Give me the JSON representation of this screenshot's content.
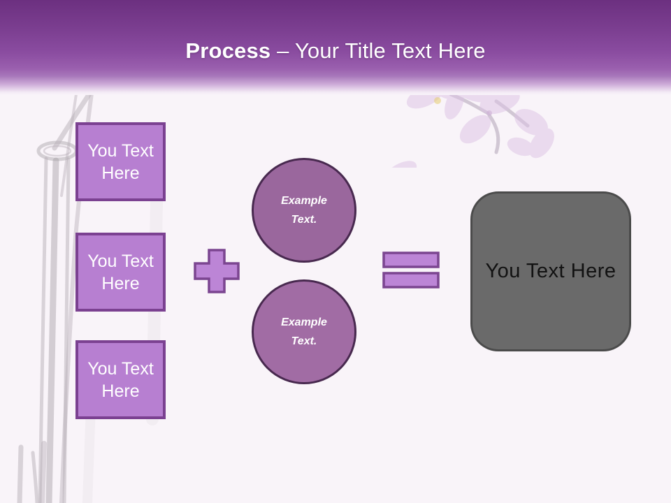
{
  "title": {
    "bold": "Process",
    "rest": " – Your Title Text Here"
  },
  "process_boxes": [
    {
      "label": "You Text Here"
    },
    {
      "label": "You Text Here"
    },
    {
      "label": "You Text Here"
    }
  ],
  "example_circles": [
    {
      "label": "Example Text."
    },
    {
      "label": "Example Text."
    }
  ],
  "result_box": {
    "label": "You Text Here"
  },
  "icons": {
    "plus": "plus-icon",
    "equals": "equals-icon"
  },
  "colors": {
    "bg": "#f9f4f9",
    "header_top": "#6c3080",
    "header_mid": "#9a5fae",
    "title_color": "#ffffff",
    "box_fill": "#b77fd1",
    "box_border": "#7b4191",
    "op_fill": "#bc85d6",
    "op_border": "#7b4590",
    "circle1_fill": "#9a679d",
    "circle2_fill": "#a16ca4",
    "circle_border": "#48294f",
    "result_fill": "#6a6a6a",
    "result_border": "#4b4b4b"
  }
}
